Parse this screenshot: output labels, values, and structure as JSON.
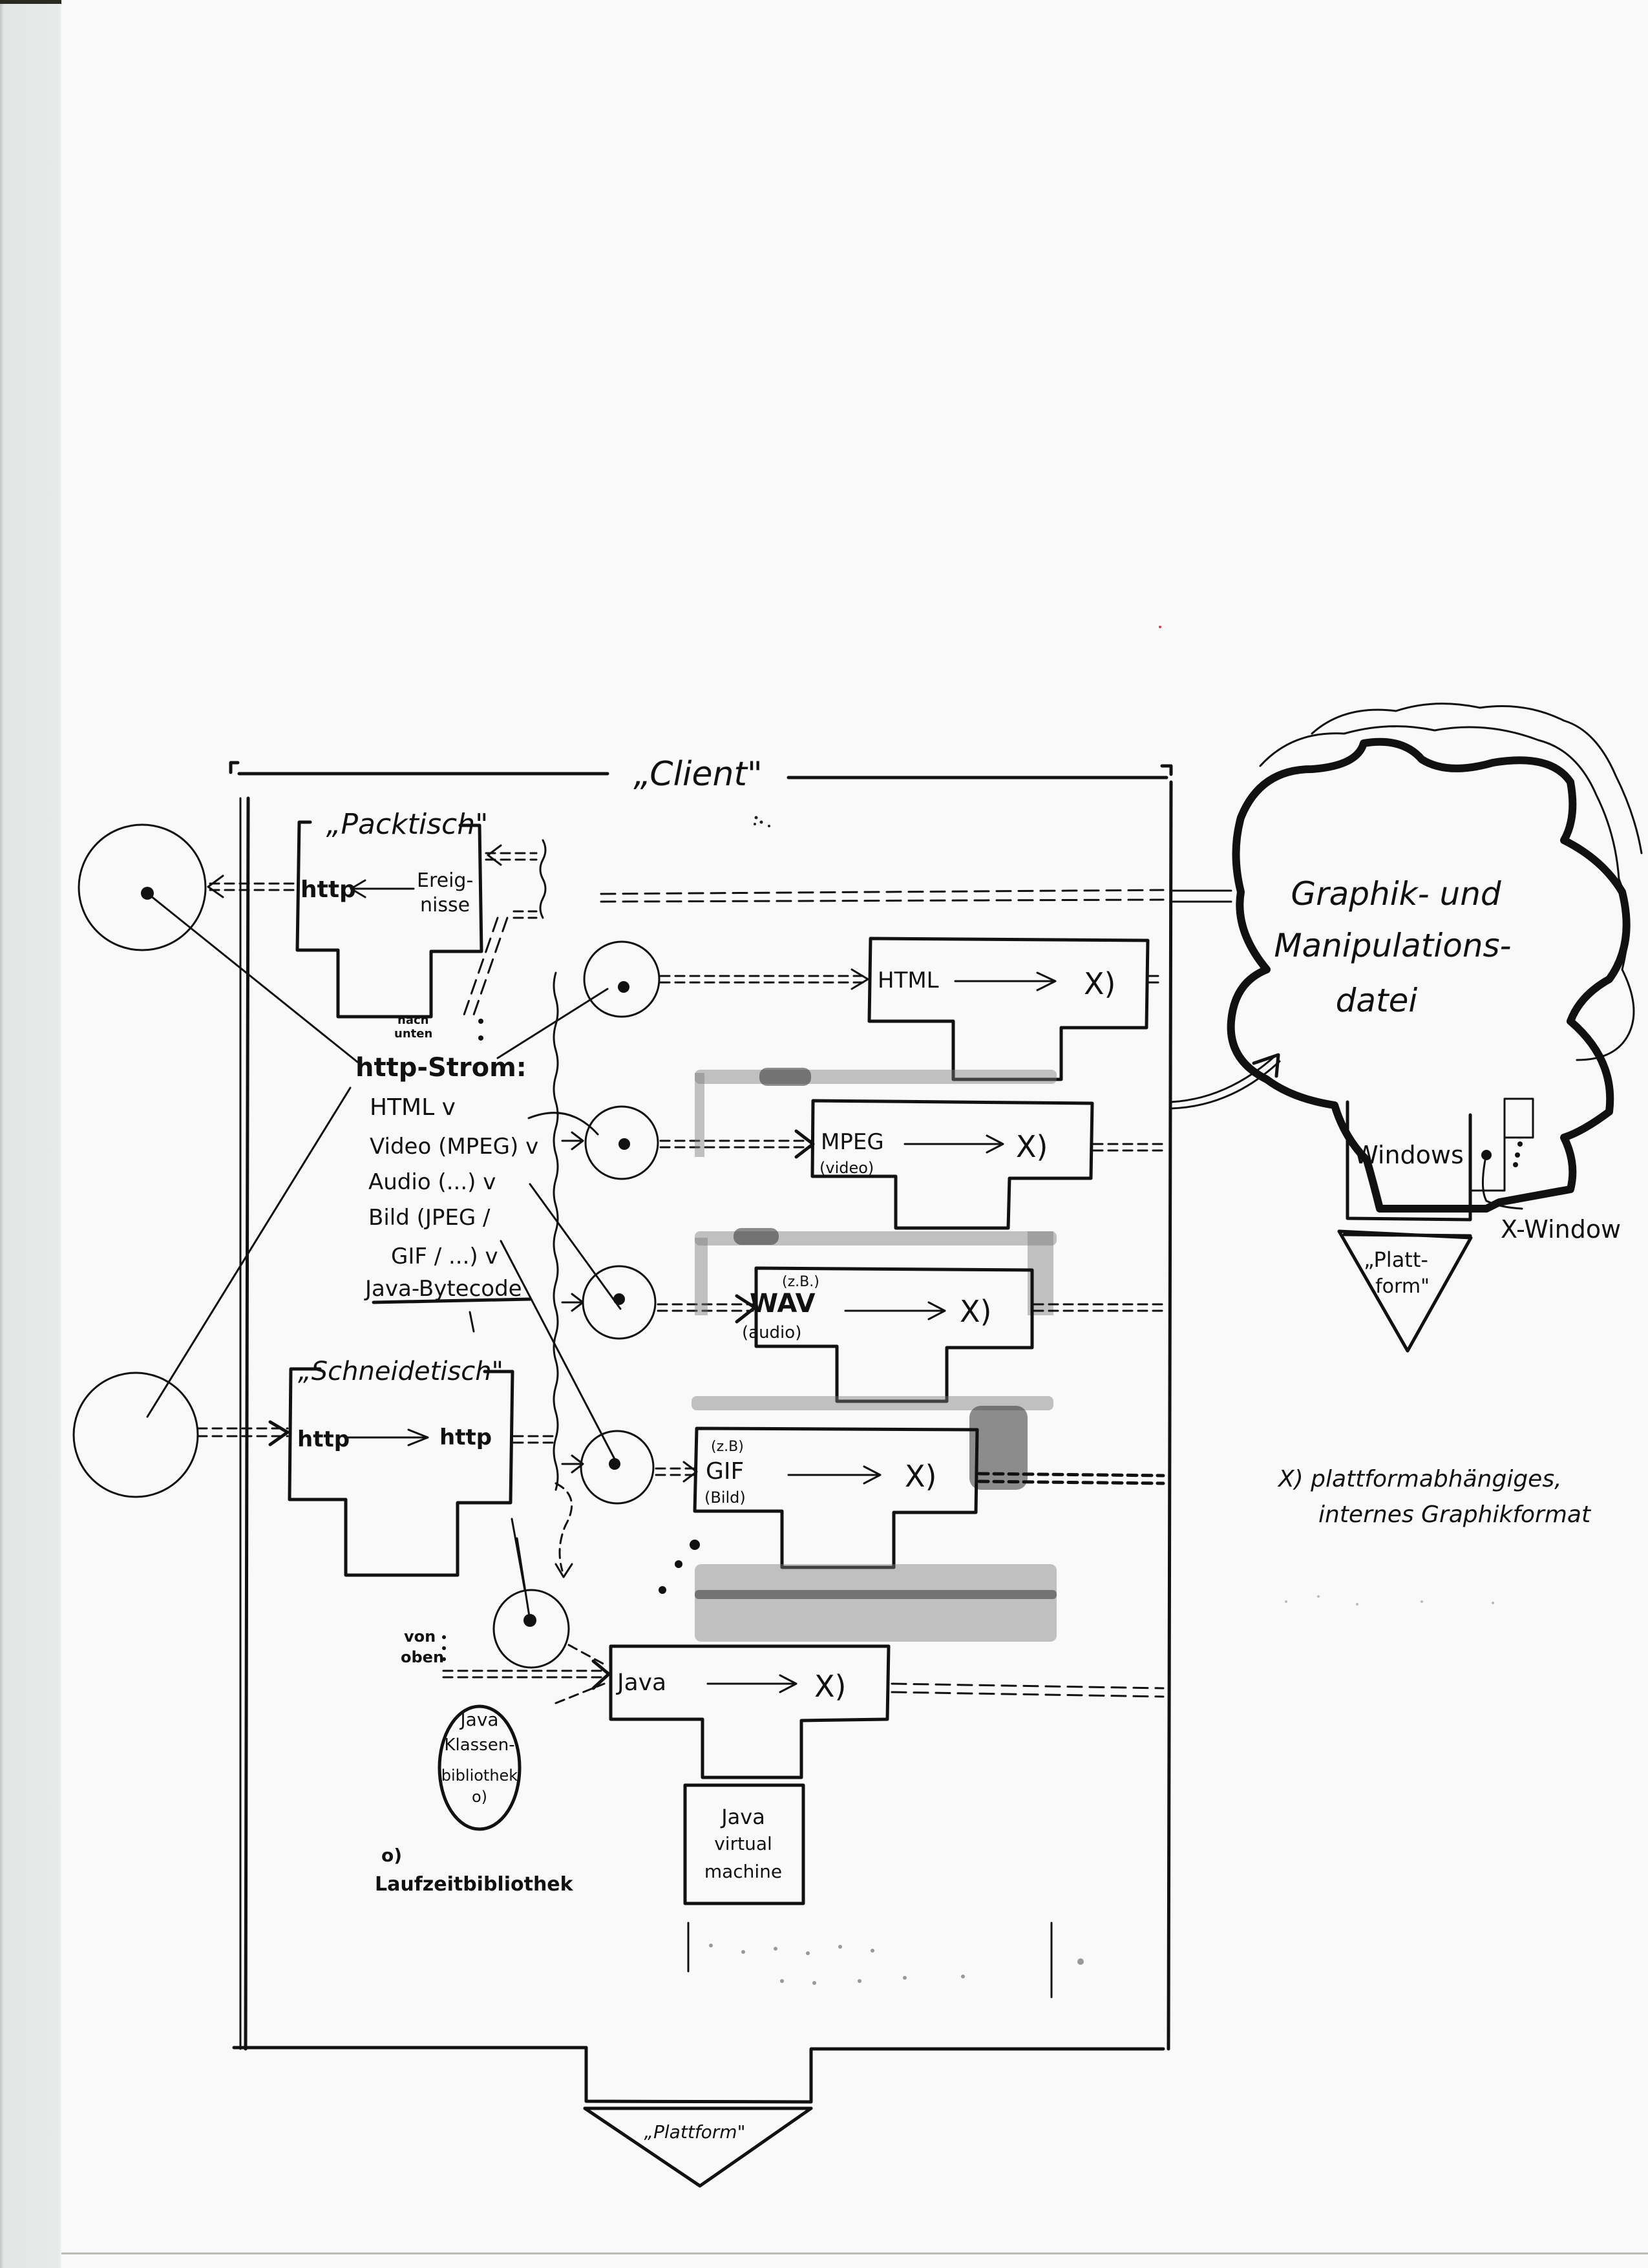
{
  "client": {
    "title": "„Client\""
  },
  "packtisch": {
    "title": "„Packtisch\"",
    "out_label": "http",
    "in_label_line1": "Ereig-",
    "in_label_line2": "nisse",
    "note_line1": "nach",
    "note_line2": "unten"
  },
  "schneidetisch": {
    "title": "„Schneidetisch\"",
    "in_label": "http",
    "out_label": "http"
  },
  "stream": {
    "heading": "http-Strom:",
    "items": [
      "HTML v",
      "Video (MPEG) v",
      "Audio (...) v",
      "Bild (JPEG /",
      "GIF / ...) v",
      "Java-Bytecode"
    ]
  },
  "converters": [
    {
      "format": "HTML",
      "hint": "",
      "sub": "",
      "target": "X)"
    },
    {
      "format": "MPEG",
      "hint": "",
      "sub": "(video)",
      "target": "X)"
    },
    {
      "format": "WAV",
      "hint": "(z.B.)",
      "sub": "(audio)",
      "target": "X)"
    },
    {
      "format": "GIF",
      "hint": "(z.B)",
      "sub": "(Bild)",
      "target": "X)"
    },
    {
      "format": "Java",
      "hint": "",
      "sub": "",
      "target": "X)"
    }
  ],
  "java": {
    "from_above_line1": "von",
    "from_above_line2": "oben",
    "class_lib_line1": "Java",
    "class_lib_line2": "Klassen-",
    "class_lib_line3": "bibliothek",
    "class_lib_line4": "o)",
    "vm_line1": "Java",
    "vm_line2": "virtual",
    "vm_line3": "machine"
  },
  "footnote_o": {
    "marker": "o)",
    "text": "Laufzeitbibliothek"
  },
  "platform_bottom": {
    "label": "„Plattform\""
  },
  "graphics_file": {
    "line1": "Graphik- und",
    "line2": "Manipulations-",
    "line3": "datei"
  },
  "windows": {
    "label": "Windows",
    "xwindow_label": "X-Window",
    "platform_line1": "„Platt-",
    "platform_line2": "form\""
  },
  "footnote_x": {
    "line1": "X) plattformabhängiges,",
    "line2": "internes Graphikformat"
  }
}
